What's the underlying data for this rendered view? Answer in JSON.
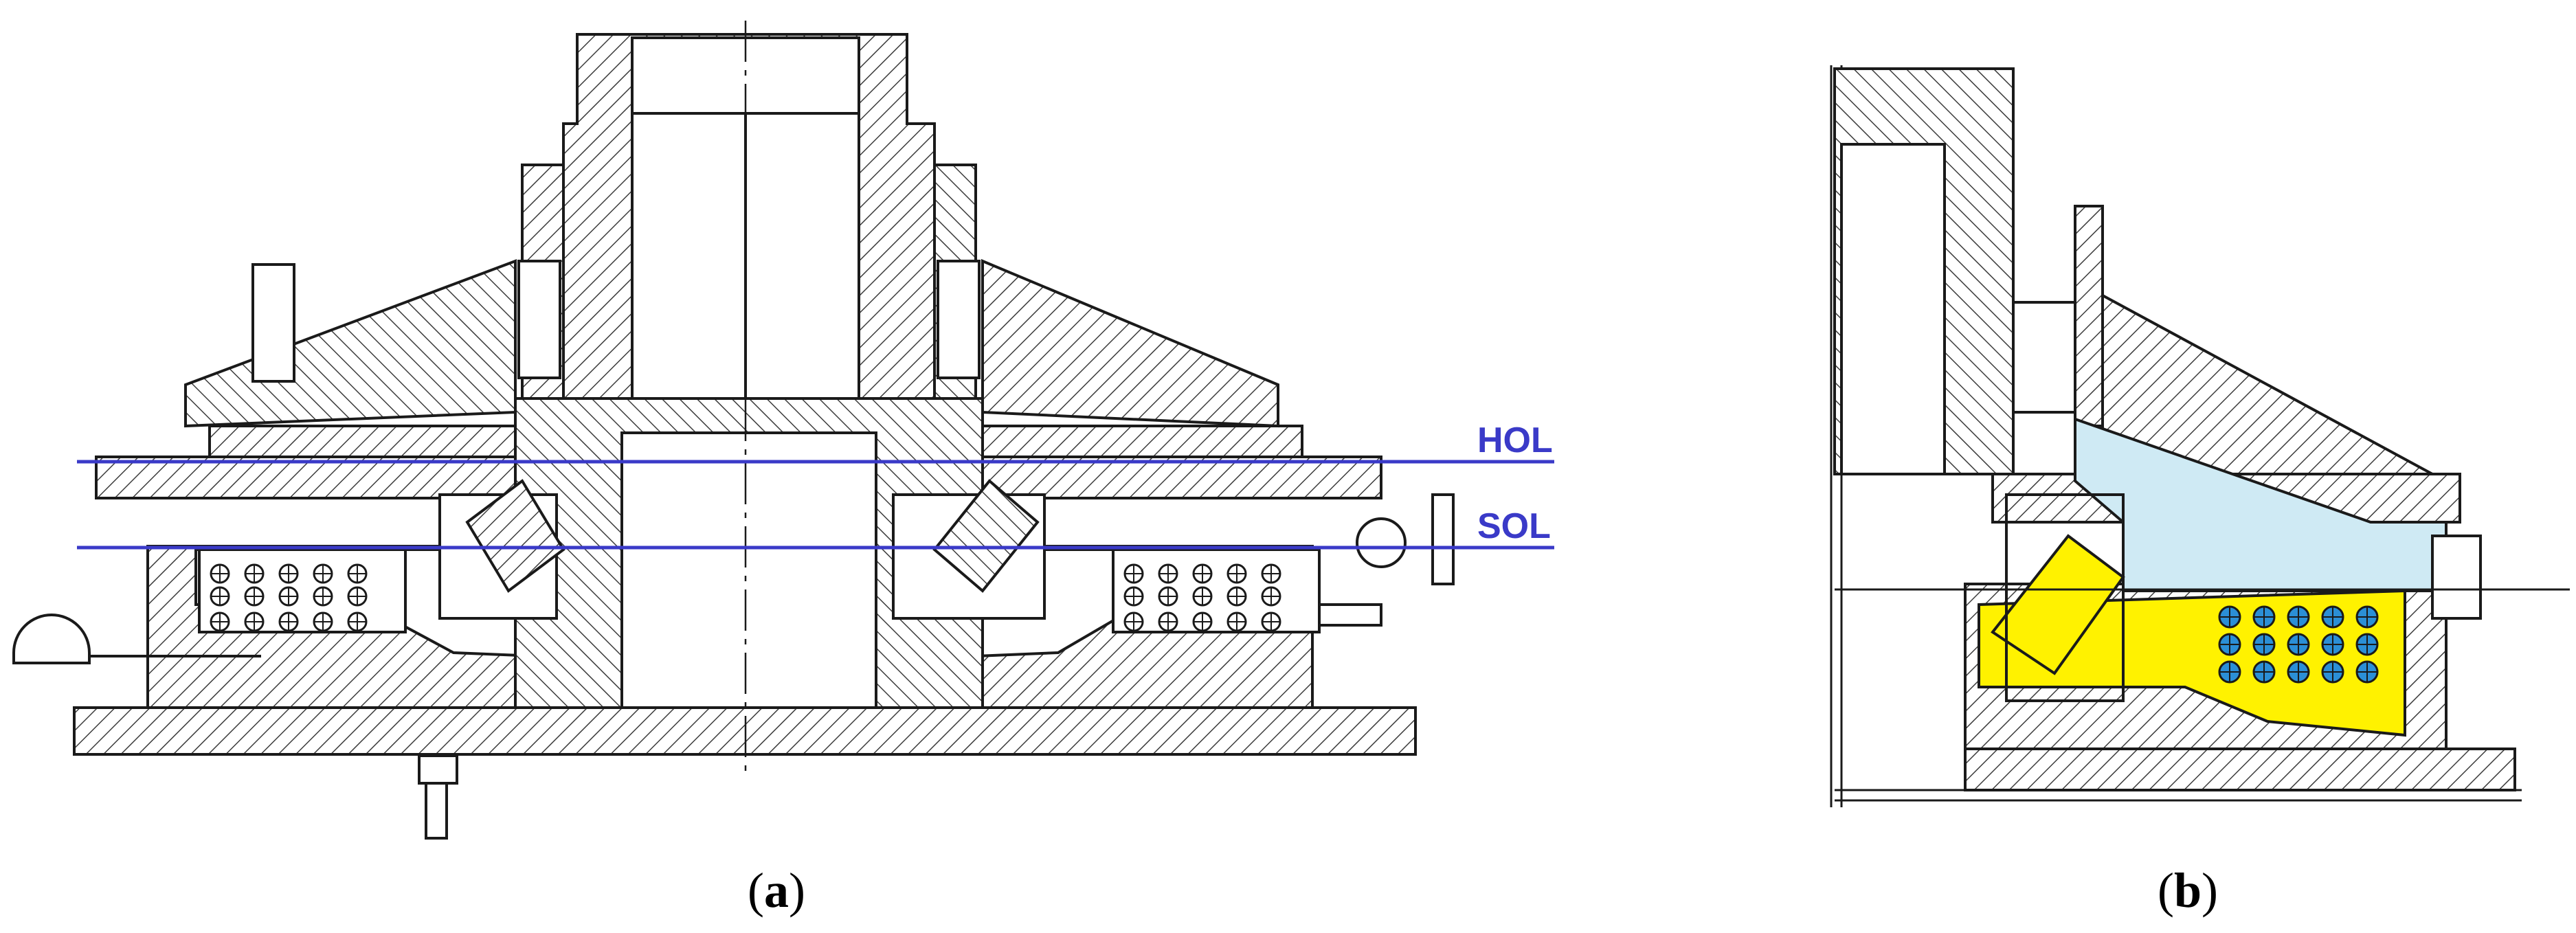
{
  "figure": {
    "panels": [
      {
        "id": "a",
        "caption_open": "(",
        "caption_letter": "a",
        "caption_close": ")"
      },
      {
        "id": "b",
        "caption_open": "(",
        "caption_letter": "b",
        "caption_close": ")"
      }
    ],
    "level_lines": [
      {
        "label": "HOL",
        "color": "#3a3ac8"
      },
      {
        "label": "SOL",
        "color": "#3a3ac8"
      }
    ],
    "colors": {
      "drawing_line": "#1a1a1a",
      "hatch": "#3c3c3c",
      "oil_fill_region": "#cfeaf4",
      "highlight_region": "#fff200",
      "pin_marker": "#2b8fd6",
      "level_line": "#3a3ac8"
    }
  }
}
